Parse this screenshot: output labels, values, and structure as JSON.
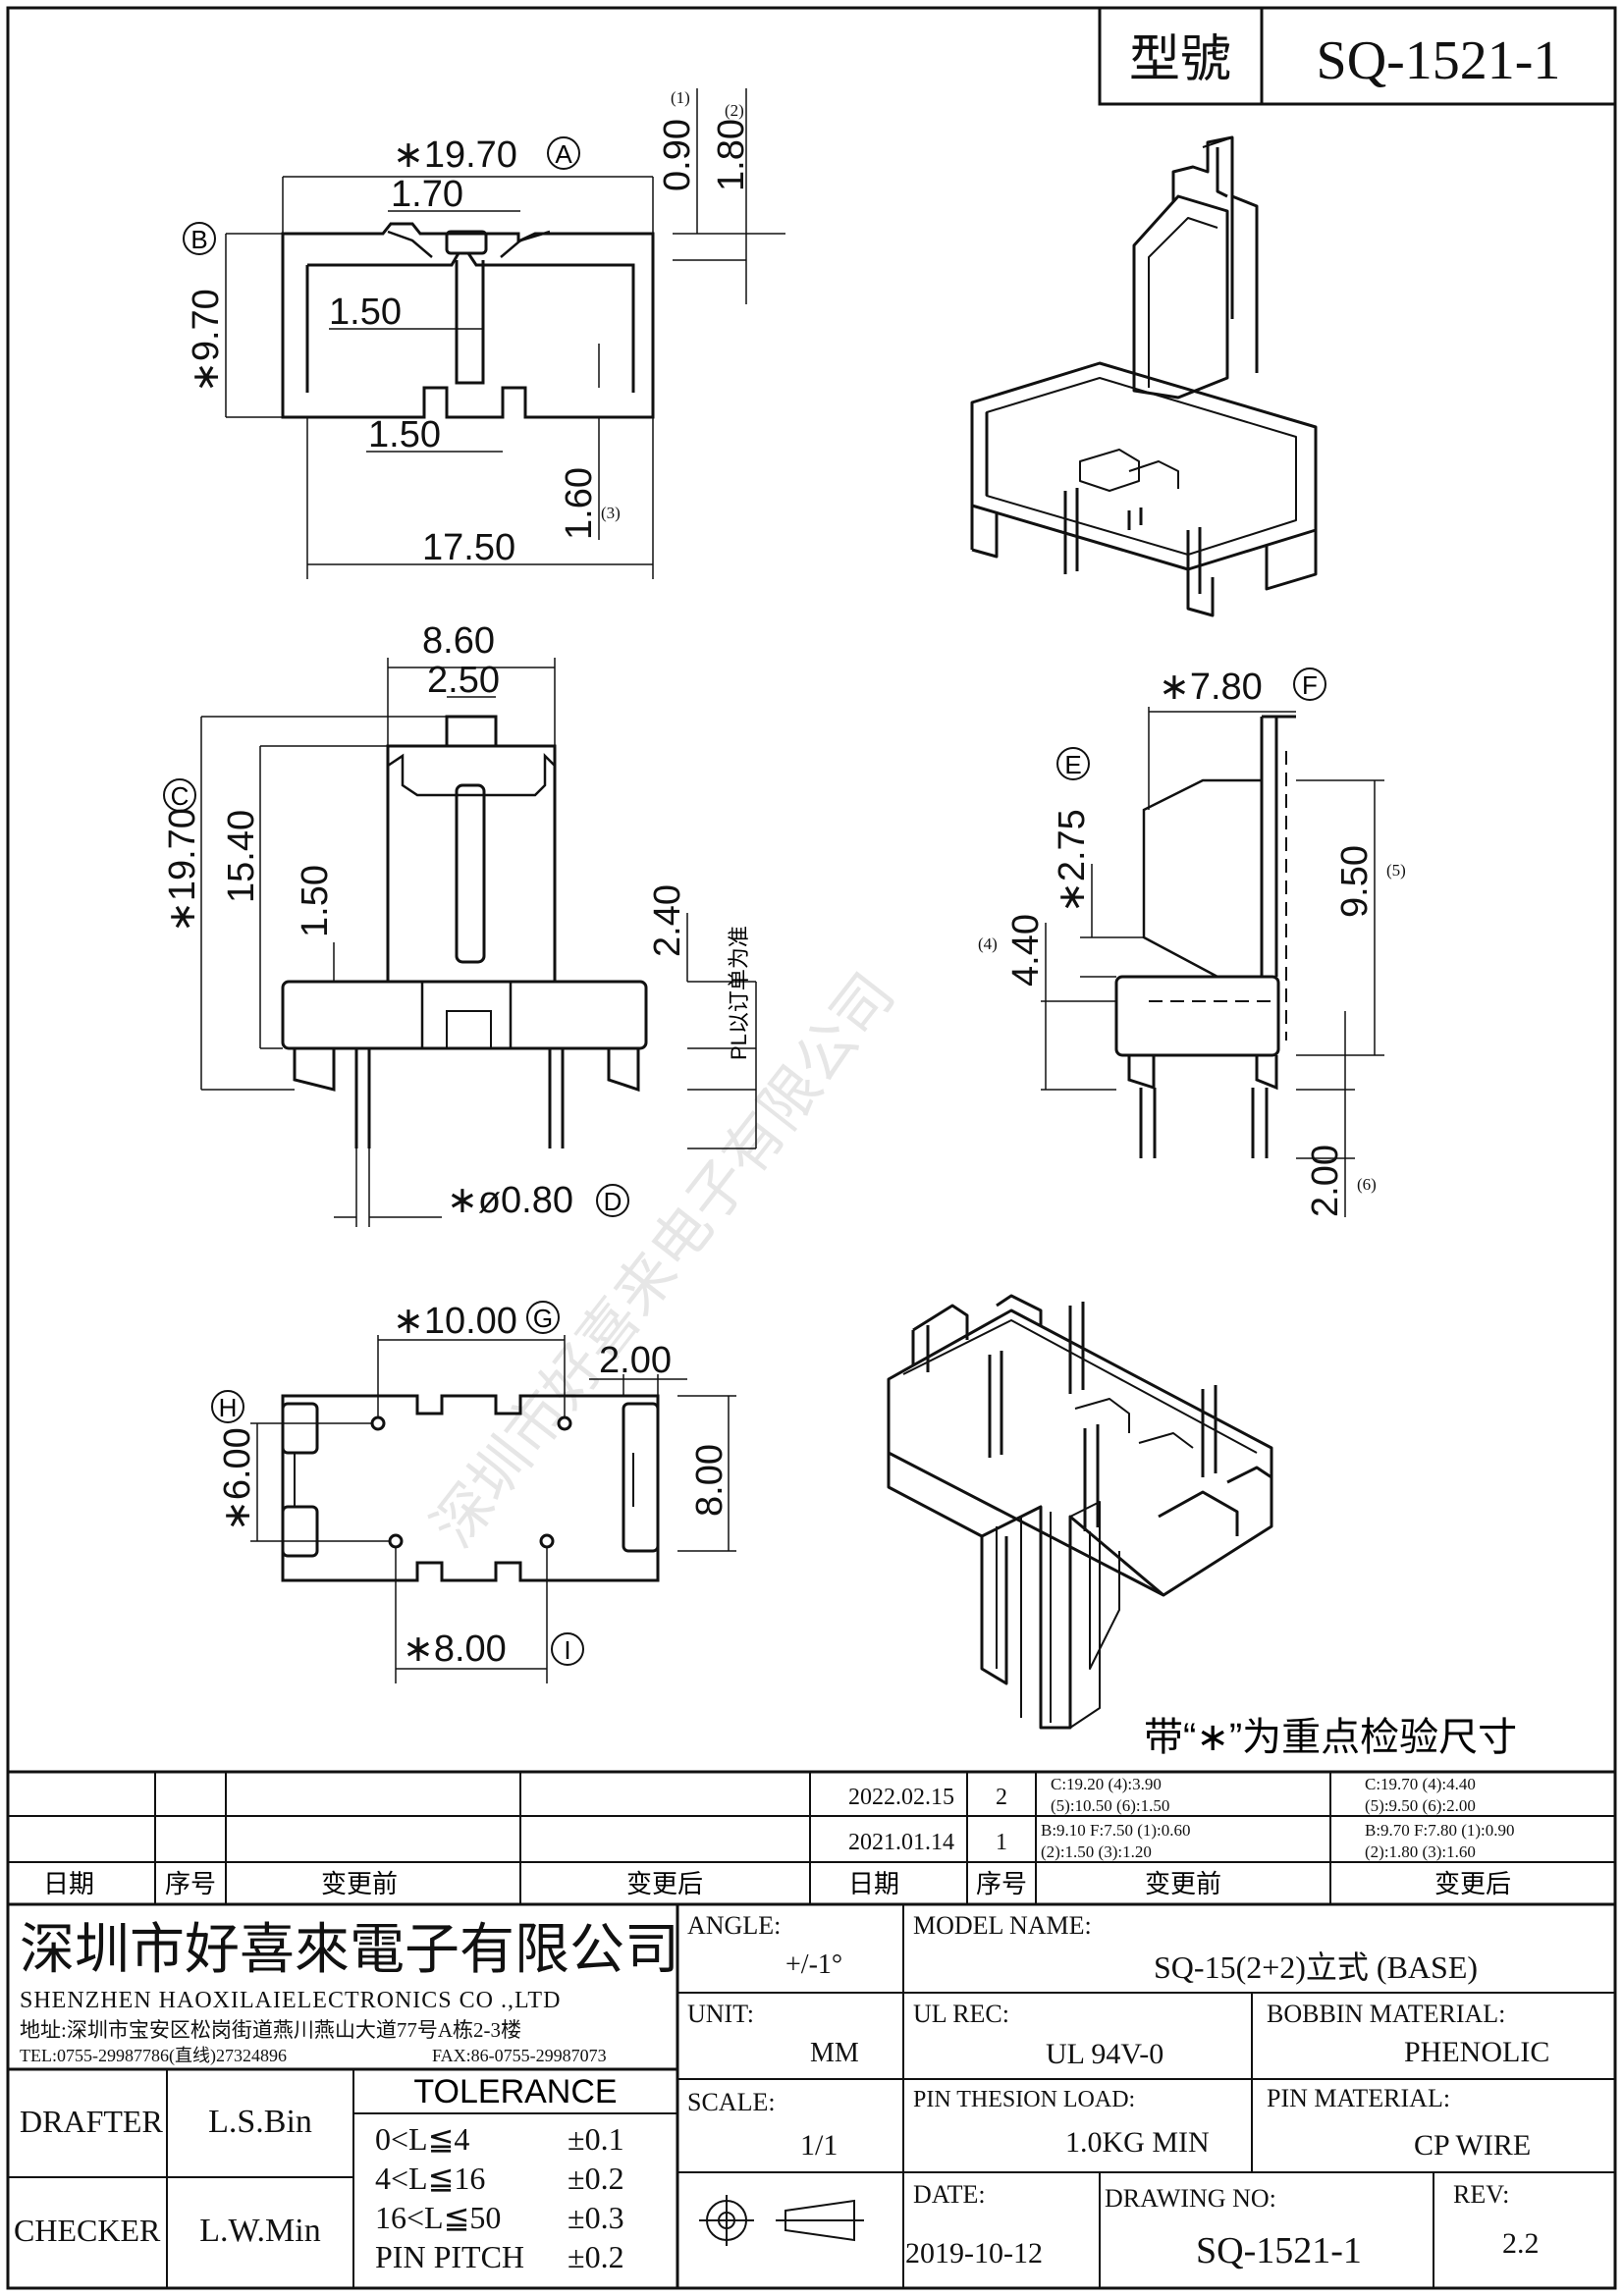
{
  "header": {
    "model_label": "型號",
    "model_value": "SQ-1521-1"
  },
  "top_view": {
    "dim_width": "∗19.70",
    "dim_width_tag": "A",
    "dim_170": "1.70",
    "dim_150_a": "1.50",
    "dim_150_b": "1.50",
    "dim_height": "∗9.70",
    "dim_height_tag": "B",
    "dim_090": "0.90",
    "dim_180": "1.80",
    "dim_160": "1.60",
    "dim_1750": "17.50",
    "tag1": "(1)",
    "tag2": "(2)",
    "tag3": "(3)"
  },
  "front_view": {
    "dim_860": "8.60",
    "dim_250": "2.50",
    "dim_1970": "∗19.70",
    "dim_1970_tag": "C",
    "dim_1540": "15.40",
    "dim_150": "1.50",
    "dim_240": "2.40",
    "pl_note": "PL以订单为准",
    "dim_pin": "∗ø0.80",
    "dim_pin_tag": "D"
  },
  "side_view": {
    "dim_780": "∗7.80",
    "dim_780_tag": "F",
    "dim_275": "∗2.75",
    "dim_275_tag": "E",
    "dim_950": "9.50",
    "dim_440": "4.40",
    "dim_200": "2.00",
    "tag4": "(4)",
    "tag5": "(5)",
    "tag6": "(6)"
  },
  "bottom_view": {
    "dim_1000": "∗10.00",
    "dim_1000_tag": "G",
    "dim_200": "2.00",
    "dim_600": "∗6.00",
    "dim_600_tag": "H",
    "dim_800v": "8.00",
    "dim_800": "∗8.00",
    "dim_800_tag": "I"
  },
  "note": "带“∗”为重点检验尺寸",
  "revision_table": {
    "rows": [
      {
        "date": "2022.02.15",
        "no": "2",
        "before": [
          "C:19.20 (4):3.90",
          "(5):10.50 (6):1.50"
        ],
        "after": [
          "C:19.70 (4):4.40",
          "(5):9.50 (6):2.00"
        ]
      },
      {
        "date": "2021.01.14",
        "no": "1",
        "before": [
          "B:9.10  F:7.50  (1):0.60",
          "(2):1.50  (3):1.20"
        ],
        "after": [
          "B:9.70  F:7.80  (1):0.90",
          "(2):1.80  (3):1.60"
        ]
      }
    ],
    "headers": [
      "日期",
      "序号",
      "变更前",
      "变更后",
      "日期",
      "序号",
      "变更前",
      "变更后"
    ]
  },
  "company": {
    "name_cn": "深圳市好喜來電子有限公司",
    "name_en": "SHENZHEN HAOXILAIELECTRONICS CO .,LTD",
    "address": "地址:深圳市宝安区松岗街道燕川燕山大道77号A栋2-3楼",
    "tel": "TEL:0755-29987786(直线)27324896",
    "fax": "FAX:86-0755-29987073"
  },
  "title_block": {
    "angle_label": "ANGLE:",
    "angle_value": "+/-1°",
    "unit_label": "UNIT:",
    "unit_value": "MM",
    "scale_label": "SCALE:",
    "scale_value": "1/1",
    "model_name_label": "MODEL NAME:",
    "model_name_value": "SQ-15(2+2)立式 (BASE)",
    "ul_label": "UL REC:",
    "ul_value": "UL 94V-0",
    "bobbin_label": "BOBBIN MATERIAL:",
    "bobbin_value": "PHENOLIC",
    "pin_load_label": "PIN THESION LOAD:",
    "pin_load_value": "1.0KG MIN",
    "pin_mat_label": "PIN MATERIAL:",
    "pin_mat_value": "CP   WIRE",
    "date_label": "DATE:",
    "date_value": "2019-10-12",
    "drawing_no_label": "DRAWING NO:",
    "drawing_no_value": "SQ-1521-1",
    "rev_label": "REV:",
    "rev_value": "2.2",
    "drafter_label": "DRAFTER",
    "drafter_value": "L.S.Bin",
    "checker_label": "CHECKER",
    "checker_value": "L.W.Min",
    "tolerance_title": "TOLERANCE",
    "tolerance": [
      {
        "range": "0<L≦4",
        "value": "±0.1"
      },
      {
        "range": "4<L≦16",
        "value": "±0.2"
      },
      {
        "range": "16<L≦50",
        "value": "±0.3"
      },
      {
        "range": "PIN PITCH",
        "value": "±0.2"
      }
    ]
  },
  "watermark": "深圳市好喜来电子有限公司"
}
